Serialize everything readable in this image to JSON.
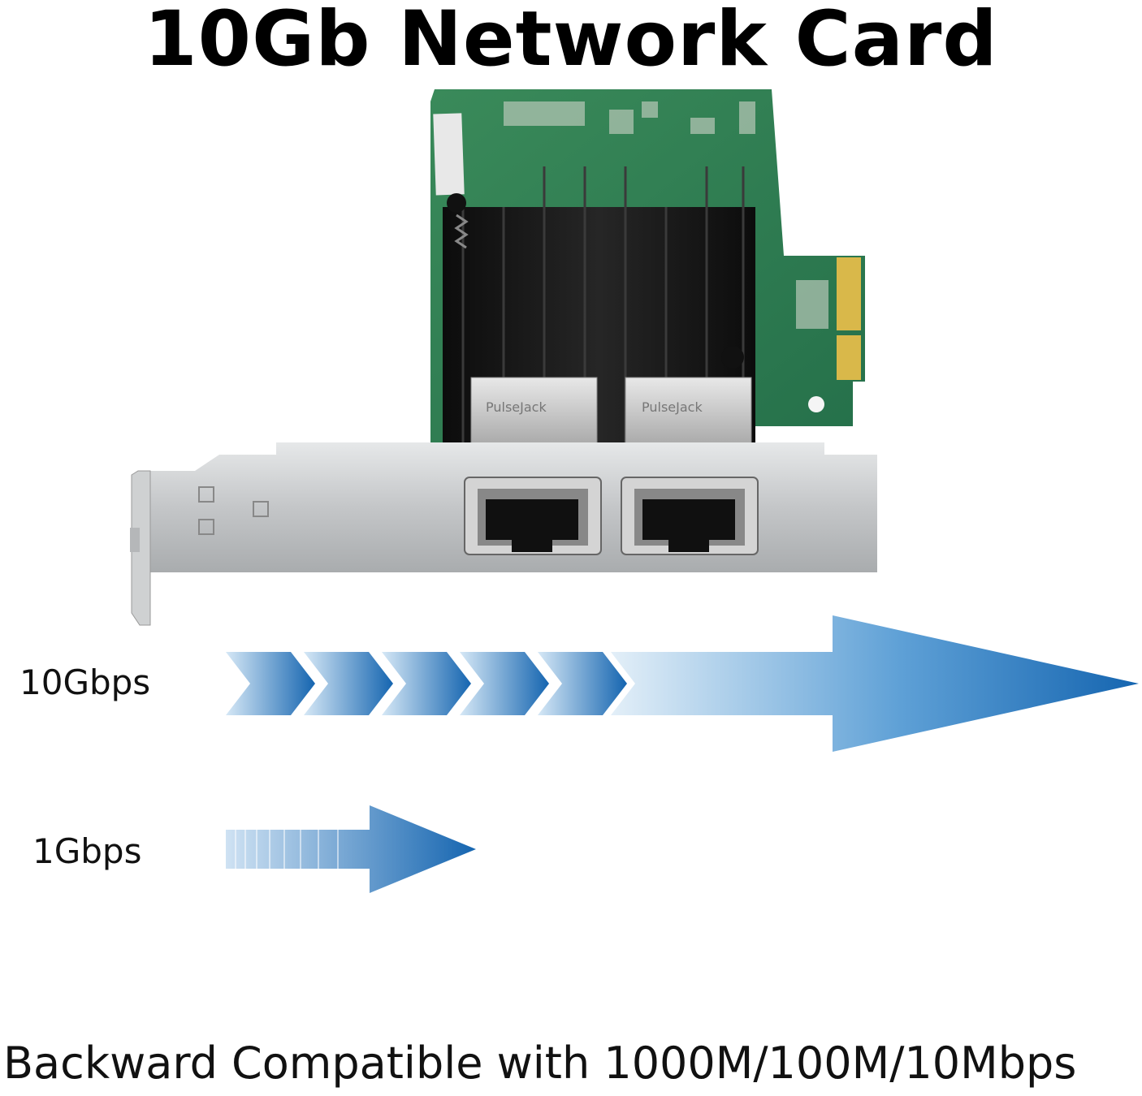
{
  "title": "10Gb Network Card",
  "speeds": {
    "fast_label": "10Gbps",
    "slow_label": "1Gbps"
  },
  "footer": "Backward Compatible with 1000M/100M/10Mbps",
  "product": {
    "port_count": 2,
    "jack_brand": "PulseJack"
  },
  "colors": {
    "pcb_green": "#2f7d4f",
    "heatsink": "#151515",
    "bracket": "#c9cbcc",
    "gold_contacts": "#d9b84a",
    "arrow_dark": "#1565b0",
    "arrow_light": "#d6e8f6"
  }
}
